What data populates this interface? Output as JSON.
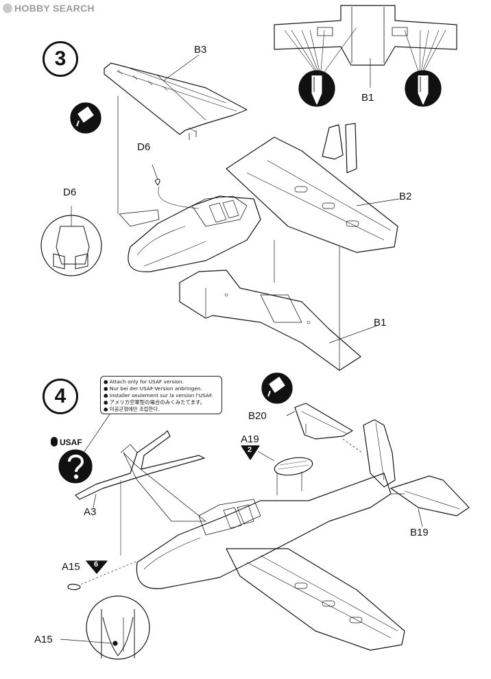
{
  "watermark": "HOBBY SEARCH",
  "steps": [
    "3",
    "4"
  ],
  "step3": {
    "labels": {
      "b3": "B3",
      "b1_top": "B1",
      "d6": "D6",
      "d6_detail": "D6",
      "b2": "B2",
      "b1_bottom": "B1"
    }
  },
  "step4": {
    "note_lines": [
      "● Attach only for USAF version.",
      "● Nur bei der USAF-Version anbringen.",
      "● Installer seulement sur la version l'USAF.",
      "● アメリカ空軍型の場合のみくみたてます。",
      "● 미공군형에만 조립한다."
    ],
    "usaf_label": "USAF",
    "labels": {
      "b20": "B20",
      "a19": "A19",
      "a19_num": "2",
      "a3": "A3",
      "b19": "B19",
      "a15": "A15",
      "a15_num": "6",
      "a15_detail": "A15"
    }
  },
  "icons": [
    "cement-bottle-icon",
    "question-mark-icon",
    "cement-bottle-icon",
    "cement-bottle-icon",
    "cement-bottle-icon"
  ]
}
